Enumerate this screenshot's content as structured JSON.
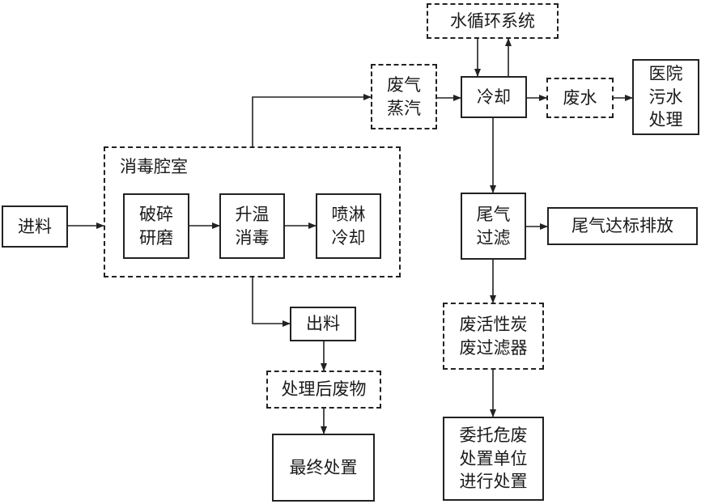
{
  "diagram": {
    "input": "进料",
    "chamber": {
      "title": "消毒腔室",
      "steps": [
        "破碎\n研磨",
        "升温\n消毒",
        "喷淋\n冷却"
      ]
    },
    "output": "出料",
    "treated_waste": "处理后废物",
    "final_disposal": "最终处置",
    "waste_gas": "废气\n蒸汽",
    "water_system": "水循环系统",
    "cooling": "冷却",
    "waste_water": "废水",
    "hospital_sewage": "医院\n污水\n处理",
    "exhaust_filter": "尾气\n过滤",
    "exhaust_discharge": "尾气达标排放",
    "spent_carbon": "废活性炭\n废过滤器",
    "hazard_disposal": "委托危废\n处置单位\n进行处置"
  }
}
